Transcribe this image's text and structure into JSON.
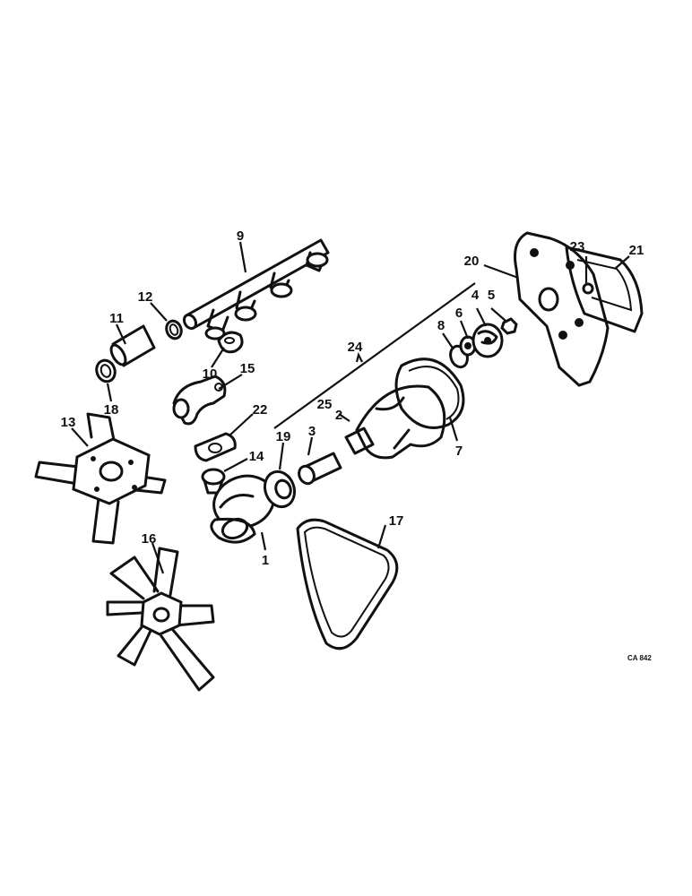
{
  "labels": {
    "p1": "1",
    "p2": "2",
    "p3": "3",
    "p4": "4",
    "p5": "5",
    "p6": "6",
    "p7": "7",
    "p8": "8",
    "p9": "9",
    "p10": "10",
    "p11": "11",
    "p12": "12",
    "p13": "13",
    "p14": "14",
    "p15": "15",
    "p16": "16",
    "p17": "17",
    "p18": "18",
    "p19": "19",
    "p20": "20",
    "p21": "21",
    "p22": "22",
    "p23": "23",
    "p24": "24",
    "p25": "25"
  },
  "drawing_code": "CA 842",
  "colors": {
    "ink": "#111111",
    "paper": "#ffffff"
  }
}
